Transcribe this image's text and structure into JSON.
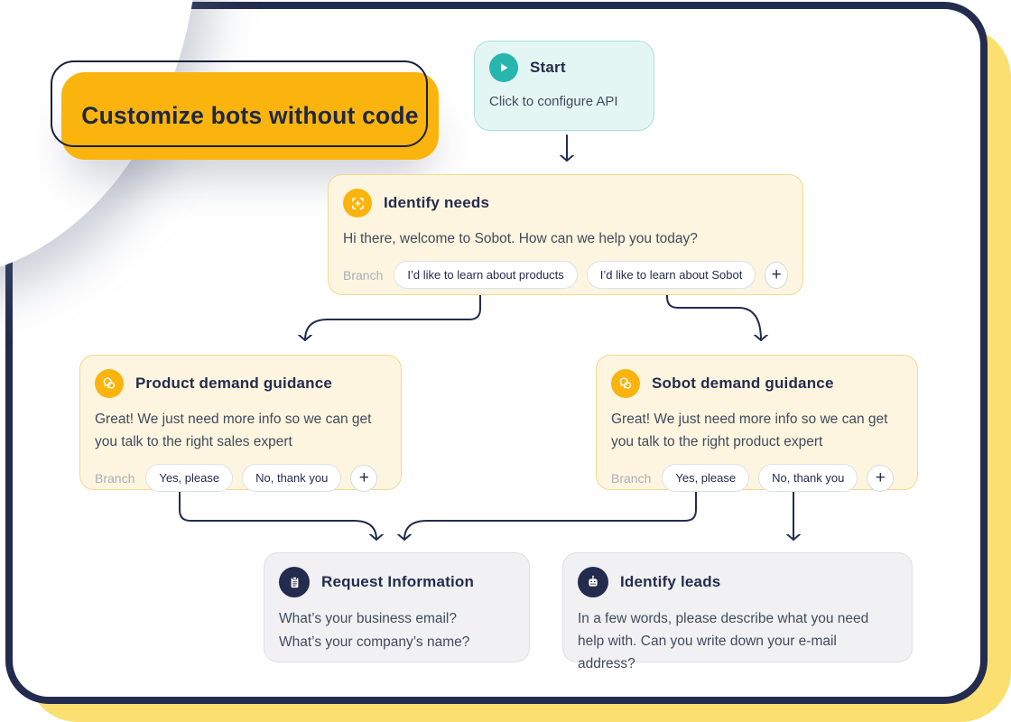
{
  "banner": {
    "label": "Customize bots without code"
  },
  "nodes": {
    "start": {
      "title": "Start",
      "subtitle": "Click to configure API",
      "icon": "play-icon"
    },
    "identify_needs": {
      "title": "Identify needs",
      "icon": "scan-icon",
      "message": "Hi there, welcome to Sobot. How can we help you today?",
      "branch_label": "Branch",
      "branches": [
        "I’d like to learn about products",
        "I’d like to learn about Sobot"
      ],
      "add_label": "+"
    },
    "product_demand": {
      "title": "Product demand guidance",
      "icon": "chat-icon",
      "message": "Great! We just need more info so we can get you talk to the right sales expert",
      "branch_label": "Branch",
      "branches": [
        "Yes, please",
        "No, thank you"
      ],
      "add_label": "+"
    },
    "sobot_demand": {
      "title": "Sobot demand guidance",
      "icon": "chat-icon",
      "message": "Great! We just need more info so we can get you talk to the right product expert",
      "branch_label": "Branch",
      "branches": [
        "Yes, please",
        "No, thank you"
      ],
      "add_label": "+"
    },
    "request_information": {
      "title": "Request Information",
      "icon": "clipboard-icon",
      "lines": [
        "What’s your business email?",
        "What’s your company’s name?"
      ]
    },
    "identify_leads": {
      "title": "Identify leads",
      "icon": "robot-icon",
      "message": "In a few words, please describe what you need help with. Can you write down your e-mail address?"
    }
  },
  "colors": {
    "navy": "#232c4e",
    "accent_yellow": "#fbb40d",
    "pale_yellow_shadow": "#fbdf70",
    "teal": "#26b6ae",
    "start_node_bg": "#e4f6f4",
    "start_node_border": "#a9dfdb",
    "cream_node_bg": "#fdf5df",
    "cream_node_border": "#f3d98e",
    "info_node_bg": "#f1f1f3",
    "body_text": "#414b5e",
    "branch_label_text": "#a9aeb9"
  }
}
